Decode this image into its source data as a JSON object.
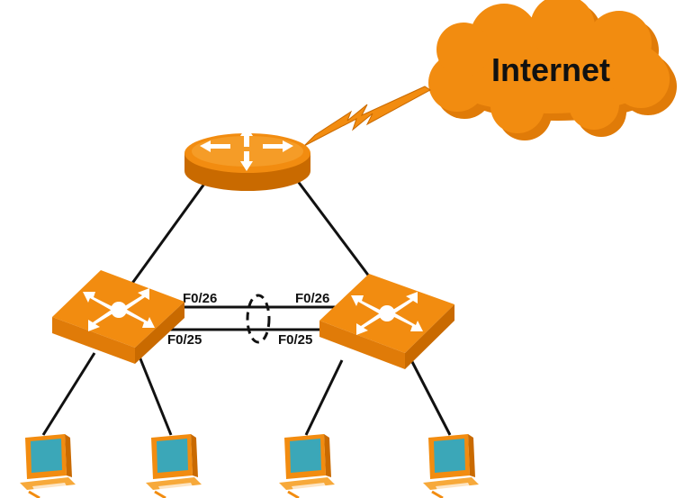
{
  "cloud": {
    "label": "Internet"
  },
  "links": {
    "left_switch_top_port": "F0/26",
    "left_switch_bottom_port": "F0/25",
    "right_switch_top_port": "F0/26",
    "right_switch_bottom_port": "F0/25"
  },
  "colors": {
    "device_orange": "#F28C10",
    "device_orange_dark": "#C96A00",
    "device_orange_light": "#F7A93A",
    "screen_teal": "#3BA7B8",
    "line": "#111111"
  },
  "icons": {
    "cloud": "cloud-icon",
    "router": "router-icon",
    "switch": "switch-icon",
    "computer": "computer-icon",
    "wan_link": "lightning-link-icon",
    "etherchannel": "etherchannel-ellipse-icon"
  }
}
